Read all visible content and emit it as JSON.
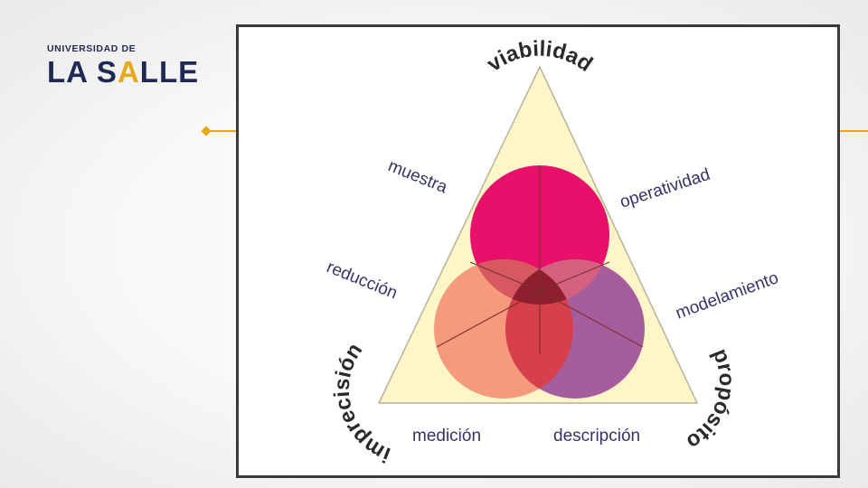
{
  "logo": {
    "top_text": "UNIVERSIDAD DE",
    "main_part1": "LA S",
    "main_accent": "A",
    "main_part2": "LLE"
  },
  "diagram": {
    "vertex_labels": {
      "top": "viabilidad",
      "right": "propósito",
      "left": "imprecisión"
    },
    "side_labels": {
      "muestra": "muestra",
      "operatividad": "operatividad",
      "reduccion": "reducción",
      "modelamiento": "modelamiento",
      "medicion": "medición",
      "descripcion": "descripción"
    },
    "colors": {
      "triangle_fill": "#fdf6c8",
      "top_circle": "#e8106a",
      "left_circle": "#f59a7d",
      "right_circle": "#a65d9c",
      "center": "#8e1f2e",
      "border": "#3a3a3a",
      "accent": "#e6a817"
    }
  }
}
